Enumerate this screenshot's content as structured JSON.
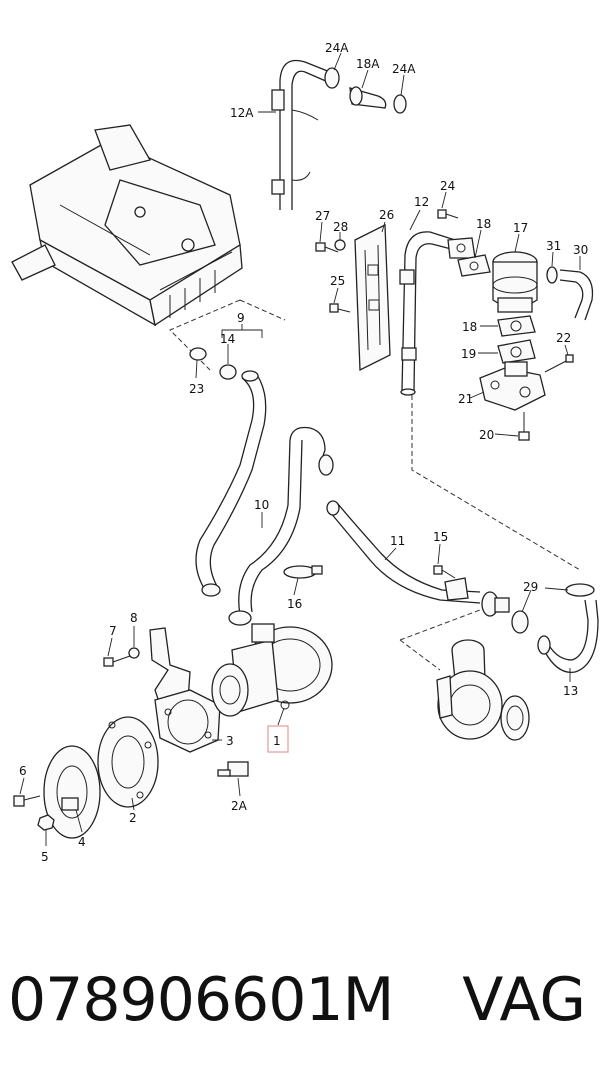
{
  "labels": {
    "l24A_top": "24A",
    "l18A": "18A",
    "l24A_right": "24A",
    "l12A": "12A",
    "l24": "24",
    "l12": "12",
    "l27": "27",
    "l28": "28",
    "l26": "26",
    "l18_top": "18",
    "l17": "17",
    "l31": "31",
    "l30": "30",
    "l25": "25",
    "l18_low": "18",
    "l22": "22",
    "l19": "19",
    "l21": "21",
    "l20": "20",
    "l9": "9",
    "l14": "14",
    "l23": "23",
    "l10": "10",
    "l11": "11",
    "l15": "15",
    "l16": "16",
    "l29": "29",
    "l13": "13",
    "l8": "8",
    "l7": "7",
    "l1": "1",
    "l3": "3",
    "l6": "6",
    "l2": "2",
    "l2A": "2A",
    "l4": "4",
    "l5": "5"
  },
  "highlight_color": "#e8a0a0",
  "footer": {
    "part_number": "078906601M",
    "brand": "VAG"
  }
}
